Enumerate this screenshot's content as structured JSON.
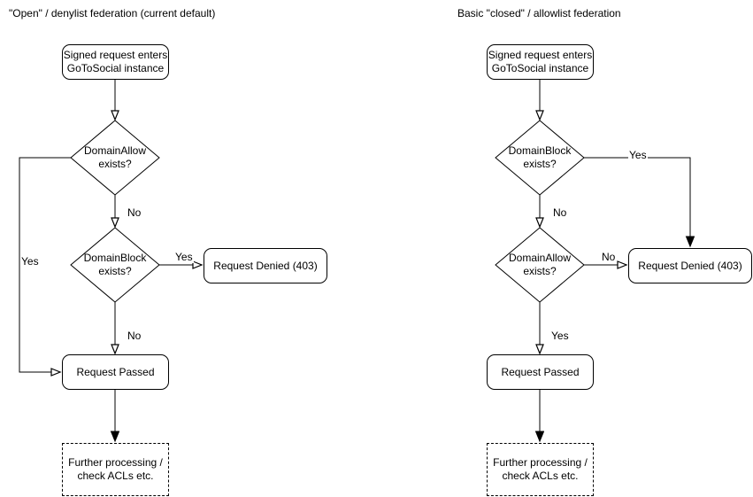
{
  "style": {
    "background": "#ffffff",
    "line_color": "#000000",
    "text_color": "#000000",
    "node_fill": "#ffffff"
  },
  "left": {
    "title": "\"Open\" / denylist federation (current default)",
    "nodes": {
      "start": "Signed request enters\nGoToSocial instance",
      "decision1": "DomainAllow\nexists?",
      "decision2": "DomainBlock\nexists?",
      "denied": "Request Denied (403)",
      "passed": "Request Passed",
      "further": "Further processing /\ncheck ACLs etc."
    },
    "edge_labels": {
      "decision1_no": "No",
      "decision1_yes": "Yes",
      "decision2_yes": "Yes",
      "decision2_no": "No"
    }
  },
  "right": {
    "title": "Basic \"closed\" / allowlist federation",
    "nodes": {
      "start": "Signed request enters\nGoToSocial instance",
      "decision1": "DomainBlock\nexists?",
      "decision2": "DomainAllow\nexists?",
      "denied": "Request Denied (403)",
      "passed": "Request Passed",
      "further": "Further processing /\ncheck ACLs etc."
    },
    "edge_labels": {
      "decision1_yes": "Yes",
      "decision1_no": "No",
      "decision2_no": "No",
      "decision2_yes": "Yes"
    }
  }
}
